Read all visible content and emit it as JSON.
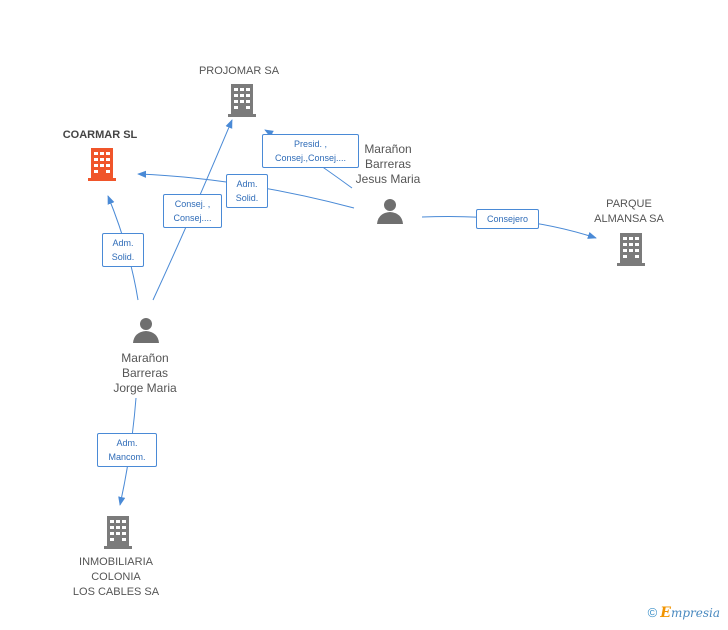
{
  "colors": {
    "edge": "#4a8ad6",
    "company": "#7b7b7b",
    "focus_company": "#f0552a",
    "person": "#6f6f6f"
  },
  "nodes": {
    "projomar": {
      "lines": [
        "PROJOMAR SA"
      ],
      "icon": "building-icon"
    },
    "coarmar": {
      "lines": [
        "COARMAR SL"
      ],
      "icon": "building-icon",
      "focus": true
    },
    "jesus": {
      "lines": [
        "Marañon",
        "Barreras",
        "Jesus Maria"
      ],
      "icon": "person-icon"
    },
    "parque": {
      "lines": [
        "PARQUE",
        "ALMANSA SA"
      ],
      "icon": "building-icon"
    },
    "jorge": {
      "lines": [
        "Marañon",
        "Barreras",
        "Jorge Maria"
      ],
      "icon": "person-icon"
    },
    "inmobiliaria": {
      "lines": [
        "INMOBILIARIA",
        "COLONIA",
        "LOS CABLES SA"
      ],
      "icon": "building-icon"
    }
  },
  "edges": {
    "jesus_projomar": {
      "lines": [
        "Presid. ,",
        "Consej.,Consej...."
      ]
    },
    "jesus_coarmar": {
      "lines": [
        "Adm.",
        "Solid."
      ]
    },
    "jesus_parque": {
      "lines": [
        "Consejero"
      ]
    },
    "jorge_projomar": {
      "lines": [
        "Consej. ,",
        "Consej...."
      ]
    },
    "jorge_coarmar": {
      "lines": [
        "Adm.",
        "Solid."
      ]
    },
    "jorge_inmobiliaria": {
      "lines": [
        "Adm.",
        "Mancom."
      ]
    }
  },
  "footer": {
    "copyright": "©",
    "brand_first": "E",
    "brand_rest": "mpresia"
  }
}
